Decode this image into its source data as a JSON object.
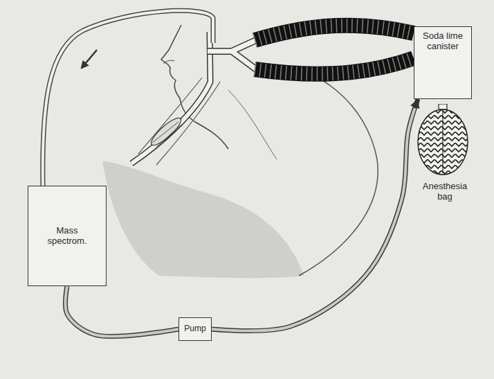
{
  "diagram": {
    "nodes": [
      {
        "text": [
          "Soda lime canister"
        ]
      },
      {
        "text": [
          "Anesthesia bag"
        ]
      },
      {
        "text": [
          "Mass spectrom."
        ]
      },
      {
        "text": [
          "Pump"
        ]
      }
    ],
    "edges": [
      {
        "from": 2,
        "to": 3,
        "arrow": "none"
      },
      {
        "from": 3,
        "to": 0,
        "arrow": "to"
      }
    ]
  }
}
